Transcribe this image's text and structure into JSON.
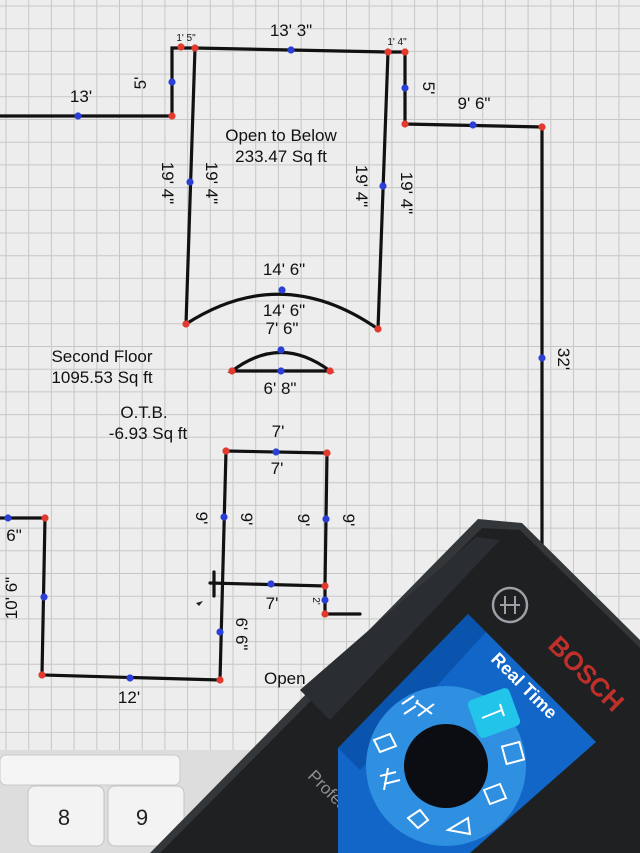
{
  "floor_plan": {
    "dimensions": {
      "top_wall": "13' 3\"",
      "left_corner_small": "1' 5\"",
      "right_corner_small": "1' 4\"",
      "left_step_vertical": "5'",
      "left_top_wall": "13'",
      "right_step_vertical": "5'",
      "right_top_wall": "9' 6\"",
      "left_outer_vertical": "19' 4\"",
      "left_inner_vertical": "19' 4\"",
      "right_inner_vertical": "19' 4\"",
      "right_outer_vertical": "19' 4\"",
      "arc_top": "14' 6\"",
      "arc_bottom": "14' 6\"",
      "small_arc_top": "7' 6\"",
      "small_arc_bottom": "6' 8\"",
      "right_long_wall": "32'",
      "room_top_outer": "7'",
      "room_top_inner": "7'",
      "room_left_outer": "9'",
      "room_left_inner": "9'",
      "room_right_inner": "9'",
      "room_right_outer": "9'",
      "room_bottom": "7'",
      "room_step": "2'",
      "room_lower_left": "6' 6\"",
      "lower_left_vertical": "10' 6\"",
      "lower_left_top_partial": "6\"",
      "lower_left_bottom": "12'"
    },
    "areas": {
      "open_to_below_name": "Open to Below",
      "open_to_below_size": "233.47 Sq ft",
      "second_floor_name": "Second Floor",
      "second_floor_size": "1095.53 Sq ft",
      "otb_name": "O.T.B.",
      "otb_size": "-6.93 Sq ft",
      "partial_label": "Open"
    }
  },
  "keypad": {
    "keys": [
      "8",
      "9"
    ]
  },
  "device": {
    "brand": "BOSCH",
    "model_text": "Professional",
    "mode_label": "Real Time",
    "colors": {
      "body": "#1e2022",
      "screen": "#1166c8",
      "wheel": "#2f8fe0",
      "brand_red": "#c0302a"
    },
    "menu_icons": [
      "length-measure-icon",
      "continuous-measure-icon",
      "area-icon",
      "volume-icon",
      "angle-icon",
      "indirect-measure-icon",
      "stake-out-icon",
      "memory-icon",
      "level-icon"
    ]
  }
}
